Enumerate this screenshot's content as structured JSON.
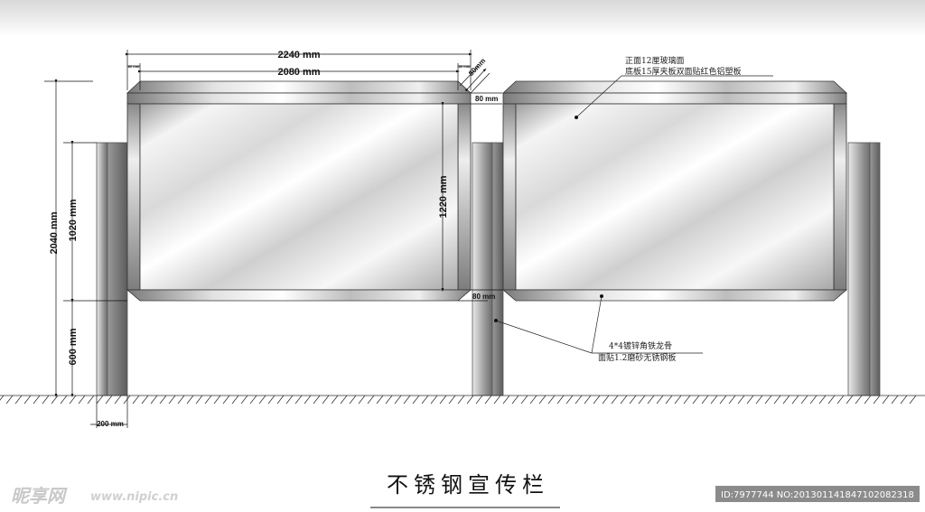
{
  "title": "不锈钢宣传栏",
  "dimensions": {
    "overall_width": "2240 mm",
    "inner_width": "2080 mm",
    "frame_top_diag": "80mm",
    "frame_top": "80 mm",
    "frame_bottom": "80 mm",
    "panel_height": "1220 mm",
    "total_height": "2040 mm",
    "board_height": "1020 mm",
    "leg_height": "600 mm",
    "post_width": "200 mm",
    "small_left": "80 mm",
    "small_right": "80 mm"
  },
  "notes": {
    "glass_line1": "正面12厘玻璃面",
    "glass_line2": "底板15厚夹板双面贴红色铝塑板",
    "frame_line1": "4*4镀锌角铁龙骨",
    "frame_line2": "面贴1.2磨砂无锈钢板"
  },
  "watermark": {
    "logo": "昵享网",
    "url": "www.nipic.cn",
    "id_text": "ID:7977744 NO:20130114184710208231​8"
  }
}
